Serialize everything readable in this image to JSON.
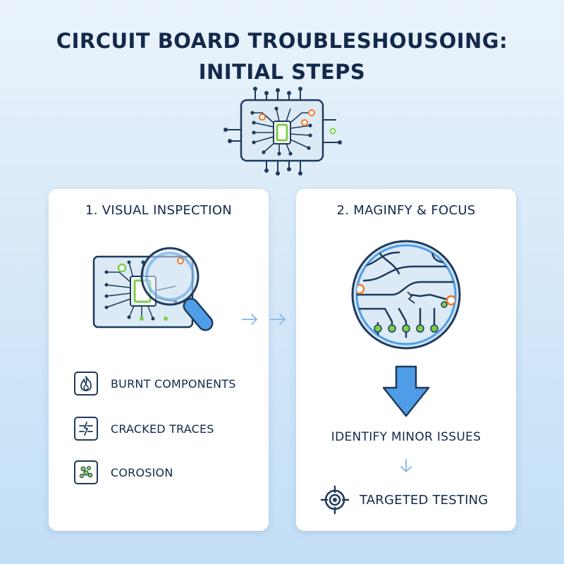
{
  "title": {
    "line1": "CIRCUIT BOARD TROUBLESHOUSOING:",
    "line2": "INITIAL STEPS"
  },
  "icons": {
    "hero": "circuit-chip-icon",
    "step1": "magnifier-over-board-icon",
    "step2": "magnified-circuit-icon",
    "burnt": "flame-icon",
    "cracked": "cracked-trace-icon",
    "corrosion": "corrosion-dots-icon",
    "target": "target-icon"
  },
  "colors": {
    "navy": "#13294b",
    "trace": "#1f3a5c",
    "board": "#dceaf6",
    "accent_green": "#7ccf4a",
    "accent_orange": "#f07a2a",
    "accent_blue": "#4f9de6",
    "arrow_light": "#8fbde8"
  },
  "step1": {
    "title": "1. VISUAL INSPECTION",
    "items": [
      {
        "label": "BURNT COMPONENTS"
      },
      {
        "label": "CRACKED TRACES"
      },
      {
        "label": "COROSION"
      }
    ]
  },
  "step2": {
    "title": "2. MAGINFY & FOCUS",
    "identify": "IDENTIFY MINOR ISSUES",
    "testing": "TARGETED TESTING"
  }
}
